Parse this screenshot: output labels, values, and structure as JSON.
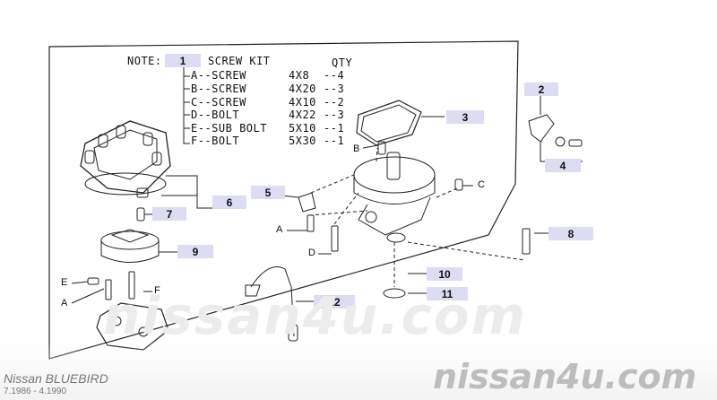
{
  "note": {
    "label": "NOTE:",
    "ref": "1",
    "title": "SCREW KIT",
    "qty_header": "QTY",
    "items": [
      {
        "code": "A--SCREW",
        "size": "4X8",
        "qty": "--4"
      },
      {
        "code": "B--SCREW",
        "size": "4X20",
        "qty": "--3"
      },
      {
        "code": "C--SCREW",
        "size": "4X10",
        "qty": "--2"
      },
      {
        "code": "D--BOLT",
        "size": "4X22",
        "qty": "--3"
      },
      {
        "code": "E--SUB BOLT",
        "size": "5X10",
        "qty": "--1"
      },
      {
        "code": "F--BOLT",
        "size": "5X30",
        "qty": "--1"
      }
    ]
  },
  "callouts": [
    "2",
    "3",
    "4",
    "5",
    "6",
    "7",
    "8",
    "9",
    "10",
    "11",
    "12"
  ],
  "letters": [
    "B",
    "C",
    "A",
    "D",
    "E",
    "F",
    "A"
  ],
  "watermark": {
    "big": "nissan4u.com",
    "small": "nissan4u.com"
  },
  "footer": {
    "model": "Nissan  BLUEBIRD",
    "dates": "7.1986  -  4.1990"
  }
}
